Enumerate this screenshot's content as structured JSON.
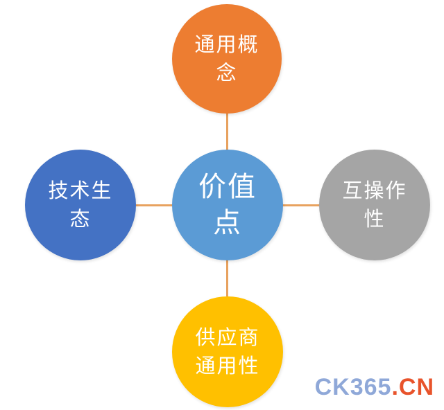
{
  "diagram": {
    "center": {
      "line1": "价值",
      "line2": "点",
      "color": "#5b9bd5"
    },
    "top": {
      "line1": "通用概",
      "line2": "念",
      "color": "#ed7d31"
    },
    "left": {
      "line1": "技术生",
      "line2": "态",
      "color": "#4472c4"
    },
    "right": {
      "line1": "互操作",
      "line2": "性",
      "color": "#a5a5a5"
    },
    "bottom": {
      "line1": "供应商",
      "line2": "通用性",
      "color": "#ffc000"
    },
    "connector_color": "#e8a25f"
  },
  "watermark": {
    "part1": "CK365",
    "part2": ".CN",
    "color1": "#8fa8d8",
    "color2": "#e8532b"
  }
}
